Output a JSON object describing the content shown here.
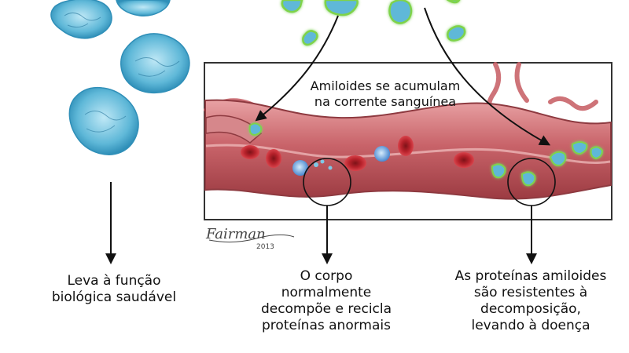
{
  "vessel": {
    "label_line1": "Amiloides se acumulam",
    "label_line2": "na corrente sanguínea"
  },
  "captions": {
    "left": {
      "line1": "Leva à função",
      "line2": "biológica saudável"
    },
    "middle": {
      "line1": "O corpo",
      "line2": "normalmente",
      "line3": "decompõe e recicla",
      "line4": "proteínas anormais"
    },
    "right": {
      "line1": "As proteínas amiloides",
      "line2": "são resistentes à",
      "line3": "decomposição,",
      "line4": "levando à doença"
    }
  },
  "signature": {
    "name": "Fairman",
    "year": "2013"
  },
  "colors": {
    "protein": "#5fb8d8",
    "protein_dark": "#2f8fb8",
    "amyloid_glow": "#7fd34a",
    "vessel": "#c9646a",
    "vessel_dark": "#8e3a40",
    "blood_cell": "#c2252d",
    "frame": "#333333"
  },
  "icons": [
    "folded-protein-icon",
    "amyloid-aggregate-icon",
    "red-blood-cell-icon",
    "white-blood-cell-icon",
    "magnifier-circle-icon",
    "arrow-down-icon"
  ]
}
